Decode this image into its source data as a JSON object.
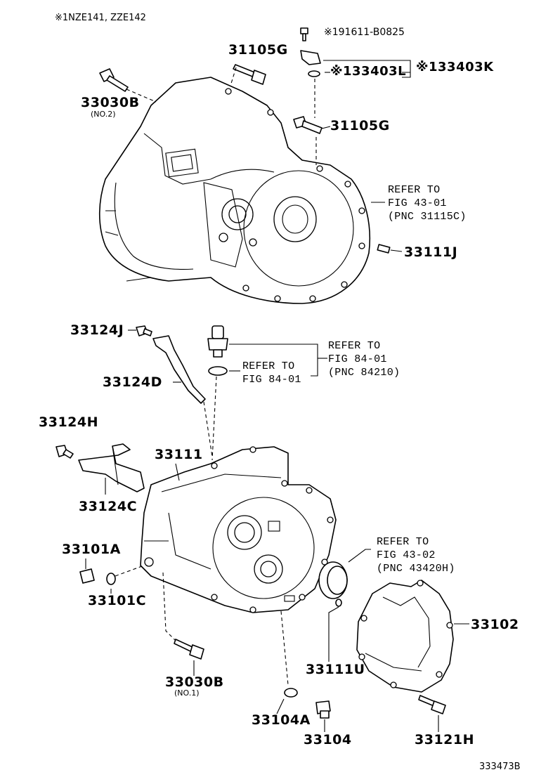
{
  "header_note": "※1NZE141, ZZE142",
  "figure_id": "333473B",
  "labels": {
    "p_191611": "※191611-B0825",
    "p_33403L": "※133403L",
    "p_33403K": "※133403K",
    "p_31105G_top": "31105G",
    "p_31105G_mid": "31105G",
    "p_33030B_top": "33030B",
    "p_33030B_top_sub": "(NO.2)",
    "p_33111J": "33111J",
    "p_33124J": "33124J",
    "p_33124D": "33124D",
    "p_33124H": "33124H",
    "p_33124C": "33124C",
    "p_33111": "33111",
    "p_33101A": "33101A",
    "p_33101C": "33101C",
    "p_33030B_bot": "33030B",
    "p_33030B_bot_sub": "(NO.1)",
    "p_33104A": "33104A",
    "p_33104": "33104",
    "p_33111U": "33111U",
    "p_33102": "33102",
    "p_33121H": "33121H"
  },
  "refs": {
    "ref1": [
      "REFER TO",
      "FIG 43-01",
      "(PNC 31115C)"
    ],
    "ref2": [
      "REFER TO",
      "FIG 84-01",
      "(PNC 84210)"
    ],
    "ref3": [
      "REFER TO",
      "FIG 84-01"
    ],
    "ref4": [
      "REFER TO",
      "FIG 43-02",
      "(PNC 43420H)"
    ]
  }
}
